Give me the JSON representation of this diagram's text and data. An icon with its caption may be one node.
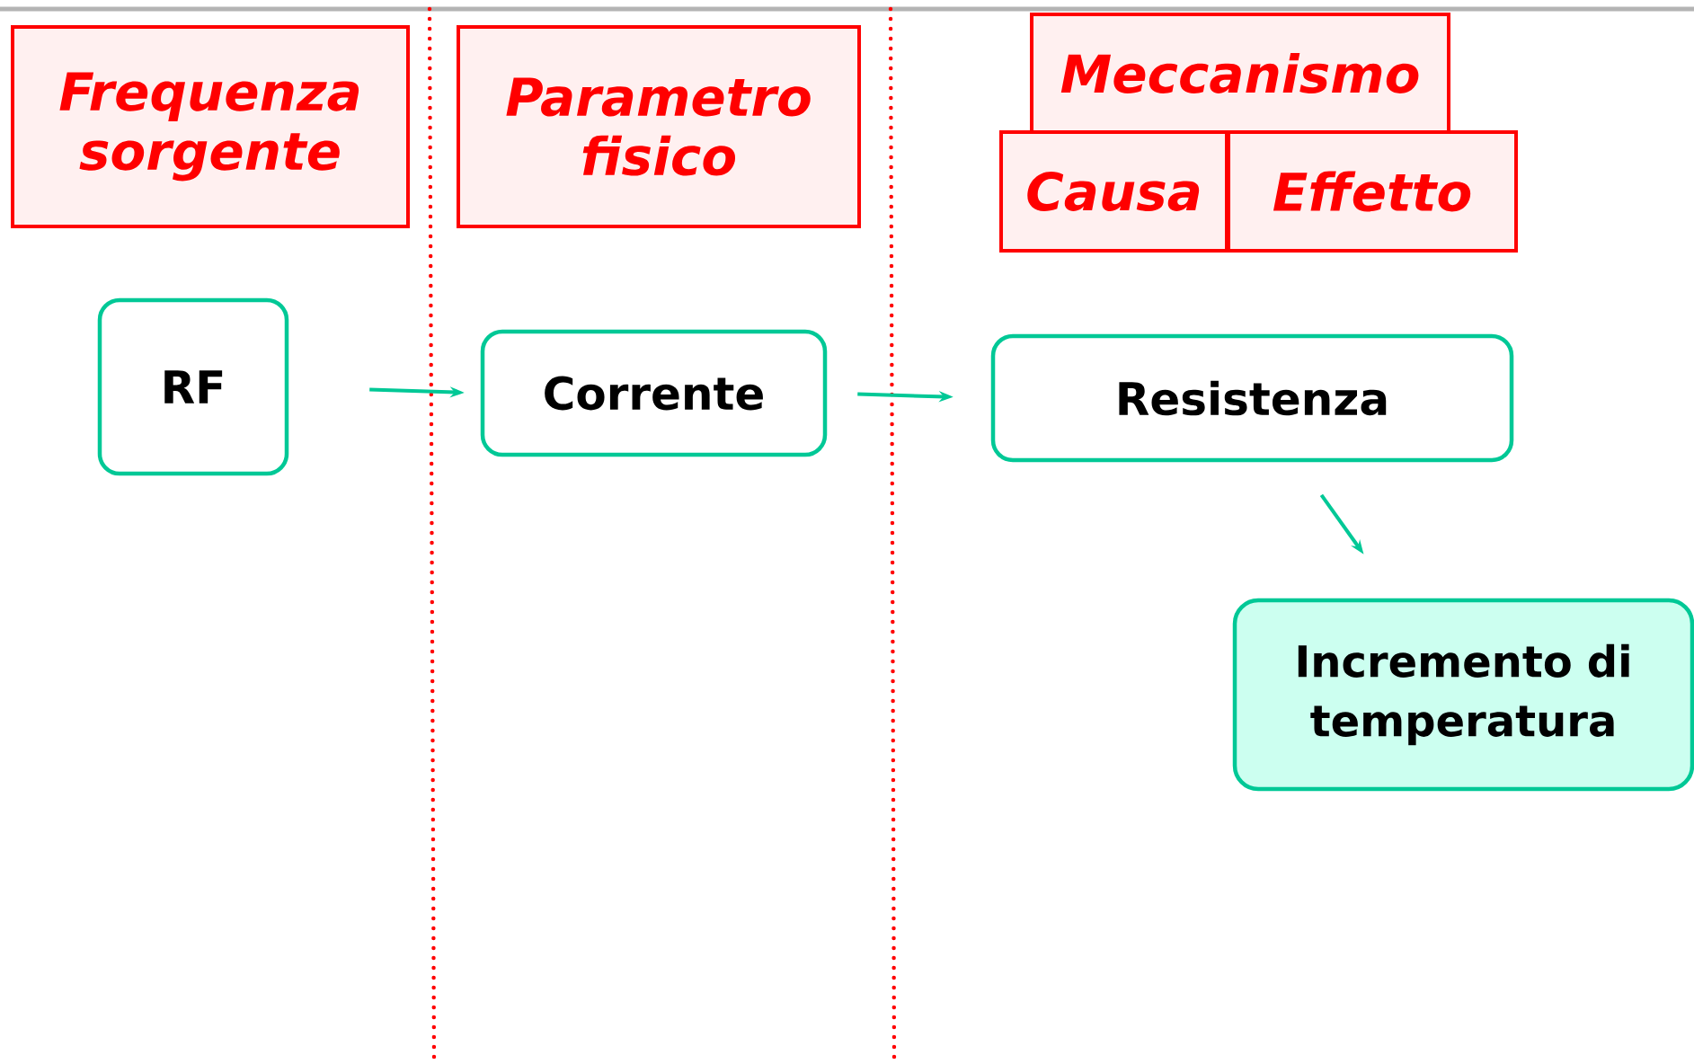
{
  "diagram": {
    "nodes": [
      {
        "text": [
          "Frequenza sorgente"
        ]
      },
      {
        "text": [
          "Parametro fisico"
        ]
      },
      {
        "text": [
          "Meccanismo"
        ]
      },
      {
        "text": [
          "Causa"
        ]
      },
      {
        "text": [
          "Effetto"
        ]
      },
      {
        "text": [
          "RF"
        ]
      },
      {
        "text": [
          "Corrente"
        ]
      },
      {
        "text": [
          "Resistenza"
        ]
      },
      {
        "text": [
          "Incremento di temperatura"
        ]
      }
    ],
    "edges": [
      {
        "from": 5,
        "to": 6,
        "arrow": "to"
      },
      {
        "from": 6,
        "to": 7,
        "arrow": "to"
      },
      {
        "from": 7,
        "to": 8,
        "arrow": "to"
      }
    ]
  }
}
